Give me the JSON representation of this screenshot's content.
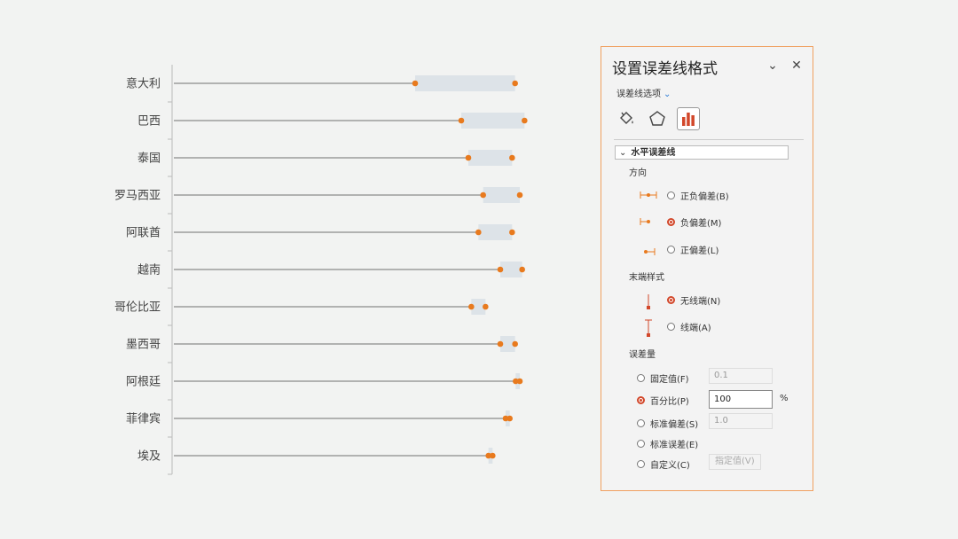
{
  "chart_data": {
    "type": "bar",
    "categories": [
      "意大利",
      "巴西",
      "泰国",
      "罗马西亚",
      "阿联酋",
      "越南",
      "哥伦比亚",
      "墨西哥",
      "阿根廷",
      "菲律宾",
      "埃及"
    ],
    "series": [
      {
        "values": [
          408,
          486,
          498,
          523,
          515,
          552,
          503,
          552,
          578,
          561,
          532
        ]
      },
      {
        "values": [
          577,
          593,
          572,
          585,
          572,
          589,
          527,
          577,
          585,
          568,
          539
        ]
      }
    ],
    "xlim": [
      0,
      600
    ],
    "colors": {
      "line": "#8a8a8a",
      "dot": "#e87a1e",
      "band": "#dde3e8",
      "axis": "#bbbbbb"
    }
  },
  "pane": {
    "title": "设置误差线格式",
    "collapse_icon": "chevron-down-icon",
    "close_icon": "close-icon",
    "options_label": "误差线选项",
    "section_title": "水平误差线",
    "direction_label": "方向",
    "direction_options": [
      "正负偏差(B)",
      "负偏差(M)",
      "正偏差(L)"
    ],
    "direction_selected": 1,
    "end_style_label": "末端样式",
    "end_style_options": [
      "无线端(N)",
      "线端(A)"
    ],
    "end_style_selected": 0,
    "amount_label": "误差量",
    "fixed_label": "固定值(F)",
    "fixed_value": "0.1",
    "percent_label": "百分比(P)",
    "percent_value": "100",
    "percent_unit": "%",
    "stddev_label": "标准偏差(S)",
    "stddev_value": "1.0",
    "stderr_label": "标准误差(E)",
    "custom_label": "自定义(C)",
    "custom_button": "指定值(V)",
    "accent": "#d2472a"
  }
}
